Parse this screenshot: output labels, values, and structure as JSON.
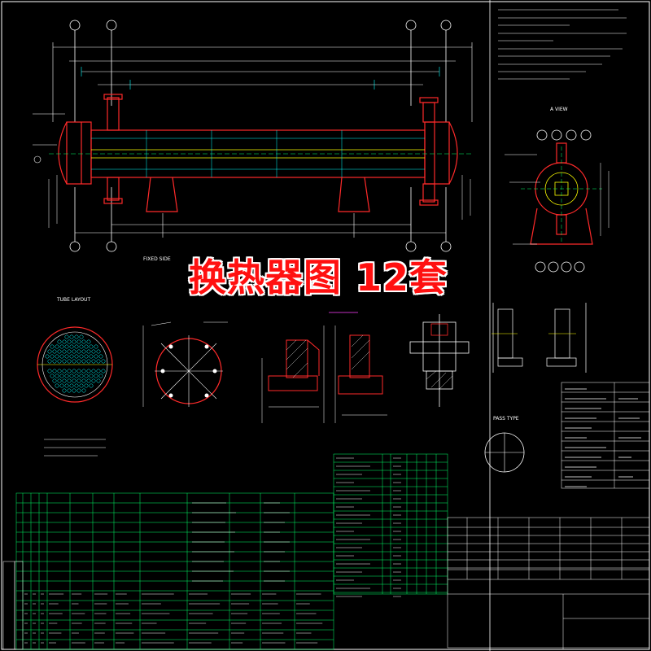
{
  "banner": {
    "text": "换热器图 12套",
    "color": "#ff1010",
    "outline": "#ffffff"
  },
  "views": {
    "main_view": {
      "fixed_side": "FIXED SIDE"
    },
    "tube_layout": {
      "title": "TUBE LAYOUT"
    },
    "side_view": {
      "title": "A VIEW"
    },
    "pass_type": {
      "title": "PASS TYPE"
    }
  },
  "colors": {
    "background": "#000000",
    "red": "#ff2a2a",
    "cyan": "#00ffff",
    "yellow": "#ffff00",
    "green": "#00ff66",
    "white": "#ffffff",
    "magenta": "#ff40ff"
  },
  "icons": [
    "nozzle-callout-icon",
    "grid-bubble-icon",
    "banner-text"
  ]
}
